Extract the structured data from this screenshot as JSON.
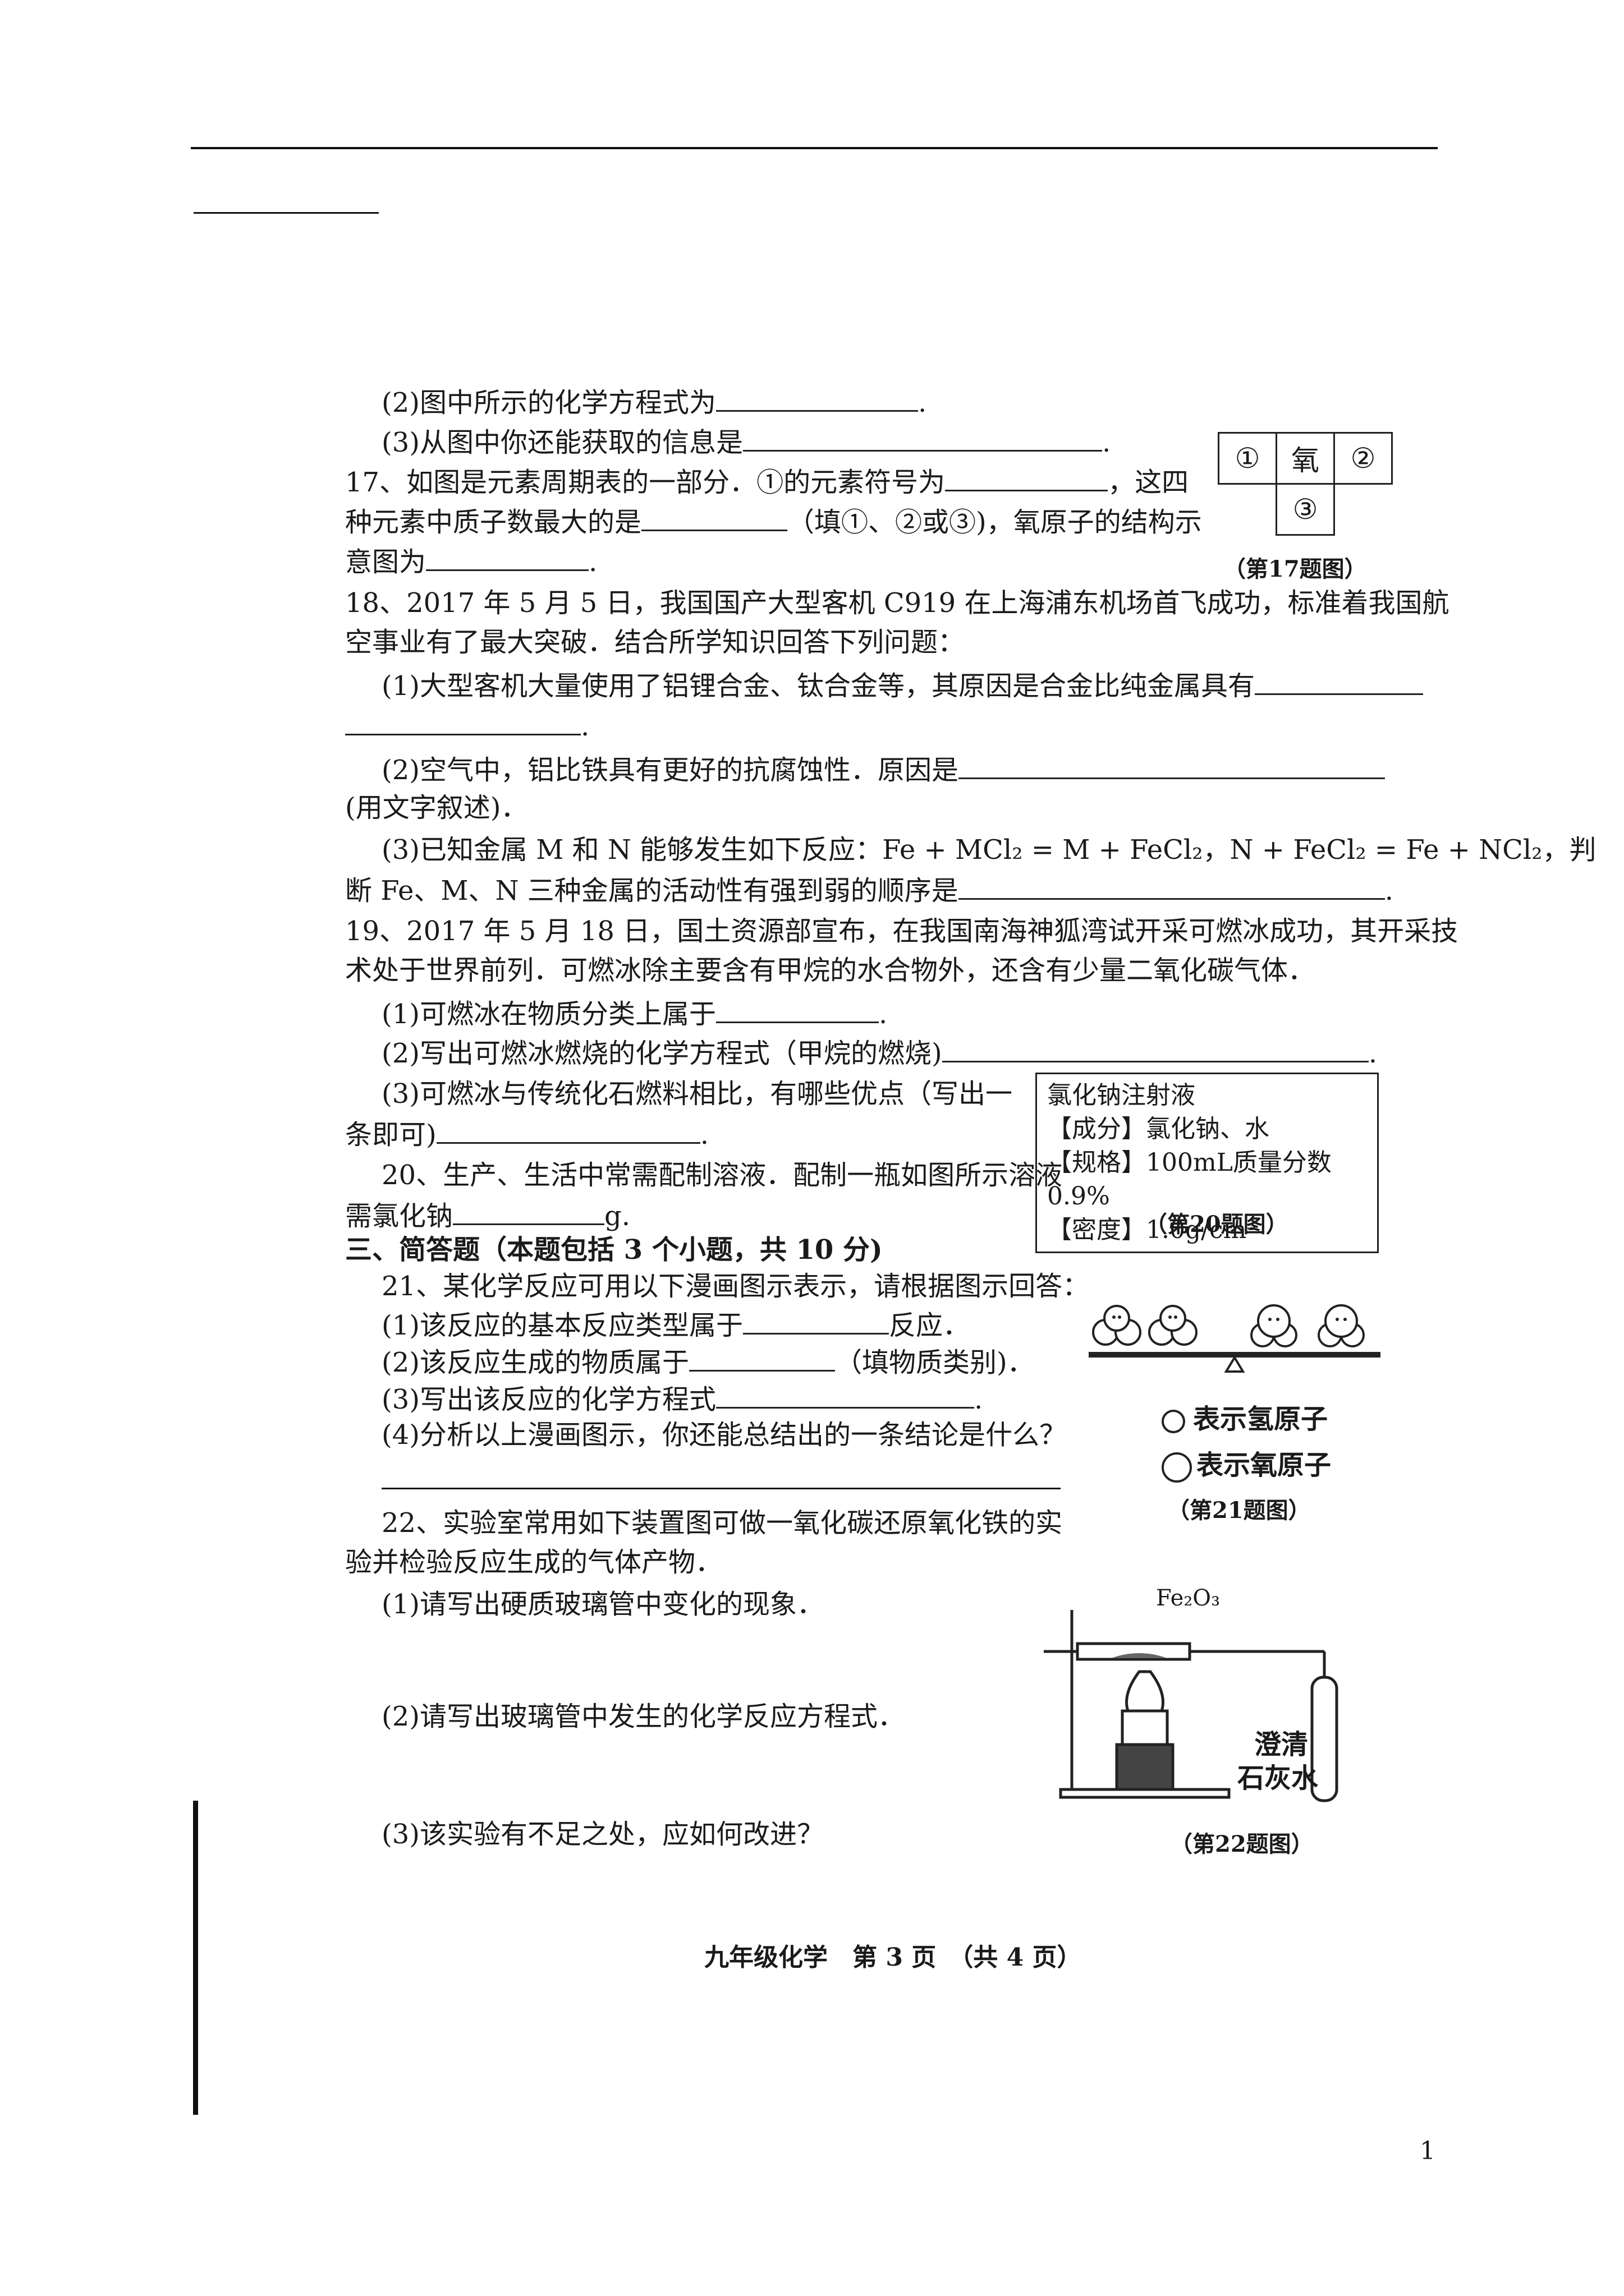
{
  "q16": {
    "p2": "(2)图中所示的化学方程式为",
    "p3": "(3)从图中你还能获取的信息是"
  },
  "q17": {
    "l1": "17、如图是元素周期表的一部分．①的元素符号为",
    "l1b": "，这四",
    "l2": "种元素中质子数最大的是",
    "l2b": "（填①、②或③)，氧原子的结构示",
    "l3": "意图为",
    "cells": [
      "①",
      "氧",
      "②",
      "③"
    ],
    "caption": "（第17题图）"
  },
  "q18": {
    "l1": "18、2017 年 5 月 5 日，我国国产大型客机 C919 在上海浦东机场首飞成功，标准着我国航",
    "l2": "空事业有了最大突破．结合所学知识回答下列问题：",
    "p1": "(1)大型客机大量使用了铝锂合金、钛合金等，其原因是合金比纯金属具有",
    "p2": "(2)空气中，铝比铁具有更好的抗腐蚀性．原因是",
    "p2b": "(用文字叙述)．",
    "p3": "(3)已知金属 M 和 N 能够发生如下反应：Fe + MCl₂ = M + FeCl₂，N + FeCl₂ = Fe + NCl₂，判",
    "p3b": "断 Fe、M、N 三种金属的活动性有强到弱的顺序是"
  },
  "q19": {
    "l1": "19、2017 年 5 月 18 日，国土资源部宣布，在我国南海神狐湾试开采可燃冰成功，其开采技",
    "l2": "术处于世界前列．可燃冰除主要含有甲烷的水合物外，还含有少量二氧化碳气体．",
    "p1": "(1)可燃冰在物质分类上属于",
    "p2": "(2)写出可燃冰燃烧的化学方程式（甲烷的燃烧)",
    "p3": "(3)可燃冰与传统化石燃料相比，有哪些优点（写出一",
    "p3b": "条即可)"
  },
  "q20": {
    "l1": "20、生产、生活中常需配制溶液．配制一瓶如图所示溶液",
    "l2": "需氯化钠",
    "l2b": "g.",
    "label": [
      "氯化钠注射液",
      "【成分】氯化钠、水",
      "【规格】100mL质量分数0.9%",
      "【密度】1.0g/cm³"
    ],
    "caption": "（第20题图）"
  },
  "section3": "三、简答题（本题包括 3 个小题，共 10 分)",
  "q21": {
    "l1": "21、某化学反应可用以下漫画图示表示，请根据图示回答：",
    "p1": "(1)该反应的基本反应类型属于",
    "p1b": "反应．",
    "p2": "(2)该反应生成的物质属于",
    "p2b": "（填物质类别)．",
    "p3": "(3)写出该反应的化学方程式",
    "p4": "(4)分析以上漫画图示，你还能总结出的一条结论是什么？",
    "legend_h": "表示氢原子",
    "legend_o": "表示氧原子",
    "caption": "（第21题图）"
  },
  "q22": {
    "l1": "22、实验室常用如下装置图可做一氧化碳还原氧化铁的实",
    "l2": "验并检验反应生成的气体产物．",
    "p1": "(1)请写出硬质玻璃管中变化的现象．",
    "p2": "(2)请写出玻璃管中发生的化学反应方程式．",
    "p3": "(3)该实验有不足之处，应如何改进？",
    "fe2o3": "Fe₂O₃",
    "limewater1": "澄清",
    "limewater2": "石灰水",
    "caption": "（第22题图）"
  },
  "footer": "九年级化学　第 3 页　（共 4 页）",
  "page_number": "1"
}
